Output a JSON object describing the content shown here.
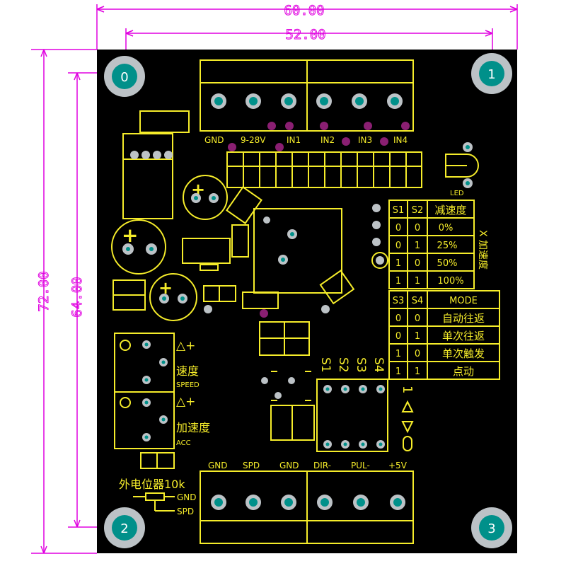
{
  "dimensions": {
    "board_width": "60.00",
    "hole_spacing_x": "52.00",
    "board_height": "72.00",
    "hole_spacing_y": "64.00"
  },
  "mounting_holes": [
    "0",
    "1",
    "2",
    "3"
  ],
  "top_connector": {
    "labels": [
      "GND",
      "9-28V",
      "IN1",
      "IN2",
      "IN3",
      "IN4"
    ]
  },
  "bottom_connector": {
    "labels": [
      "GND",
      "SPD",
      "GND",
      "DIR-",
      "PUL-",
      "+5V"
    ]
  },
  "led_label": "LED",
  "side_label": "X 加速度",
  "table_accel": {
    "headers": [
      "S1",
      "S2",
      "减速度"
    ],
    "rows": [
      [
        "0",
        "0",
        "0%"
      ],
      [
        "0",
        "1",
        "25%"
      ],
      [
        "1",
        "0",
        "50%"
      ],
      [
        "1",
        "1",
        "100%"
      ]
    ]
  },
  "table_mode": {
    "headers": [
      "S3",
      "S4",
      "MODE"
    ],
    "rows": [
      [
        "0",
        "0",
        "自动往返"
      ],
      [
        "0",
        "1",
        "单次往返"
      ],
      [
        "1",
        "0",
        "单次触发"
      ],
      [
        "1",
        "1",
        "点动"
      ]
    ]
  },
  "dip_switch": {
    "labels": [
      "S1",
      "S2",
      "S3",
      "S4"
    ],
    "on_label": "1"
  },
  "pot_speed": {
    "symbol": "△+",
    "label": "速度",
    "sub": "SPEED"
  },
  "pot_acc": {
    "symbol": "△+",
    "label": "加速度",
    "sub": "ACC"
  },
  "ext_pot": {
    "title": "外电位器10k",
    "pin1": "GND",
    "pin2": "SPD"
  },
  "colors": {
    "background": "#ffffff",
    "board": "#000000",
    "silkscreen": "#f5ec2a",
    "dimension": "#e000e0",
    "pad_outer": "#bcc2c6",
    "pad_inner": "#00908a",
    "via": "#8a1f72"
  }
}
